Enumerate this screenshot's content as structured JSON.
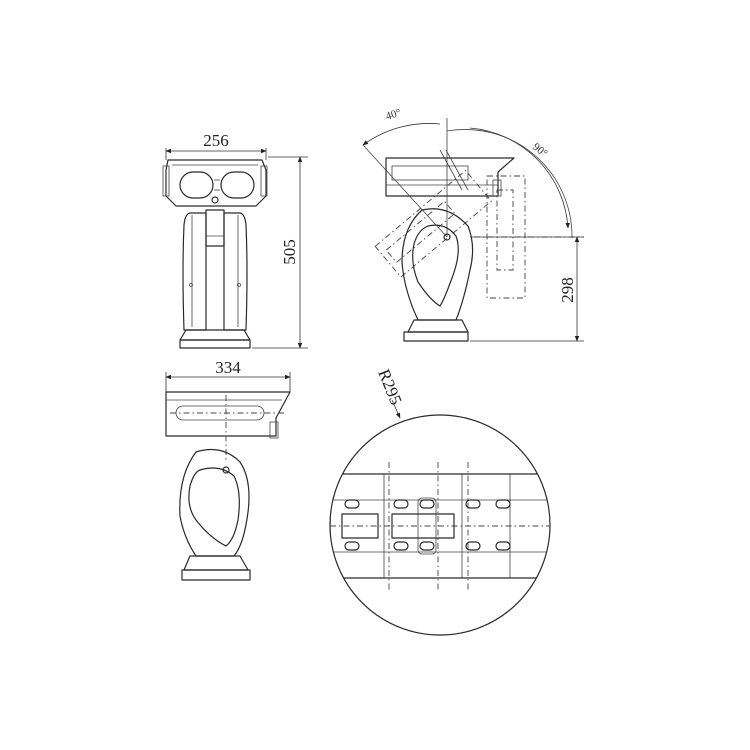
{
  "dimensions": {
    "front_width": "256",
    "front_height": "505",
    "side_width": "334",
    "height_with_tilt": "298",
    "radius": "R295"
  },
  "angles": {
    "tilt_up": "40°",
    "tilt_down": "90°"
  }
}
